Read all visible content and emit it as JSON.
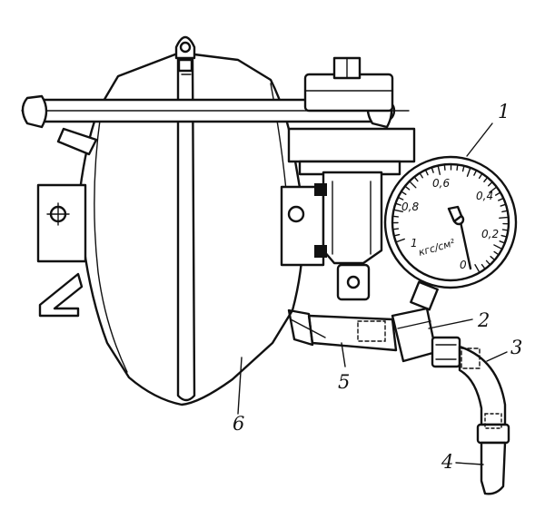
{
  "callouts": {
    "n1": "1",
    "n2": "2",
    "n3": "3",
    "n4": "4",
    "n5": "5",
    "n6": "6"
  },
  "gauge": {
    "scale": [
      "0",
      "0,2",
      "0,4",
      "0,6",
      "0,8",
      "1"
    ],
    "unit": "кгс/см²"
  }
}
